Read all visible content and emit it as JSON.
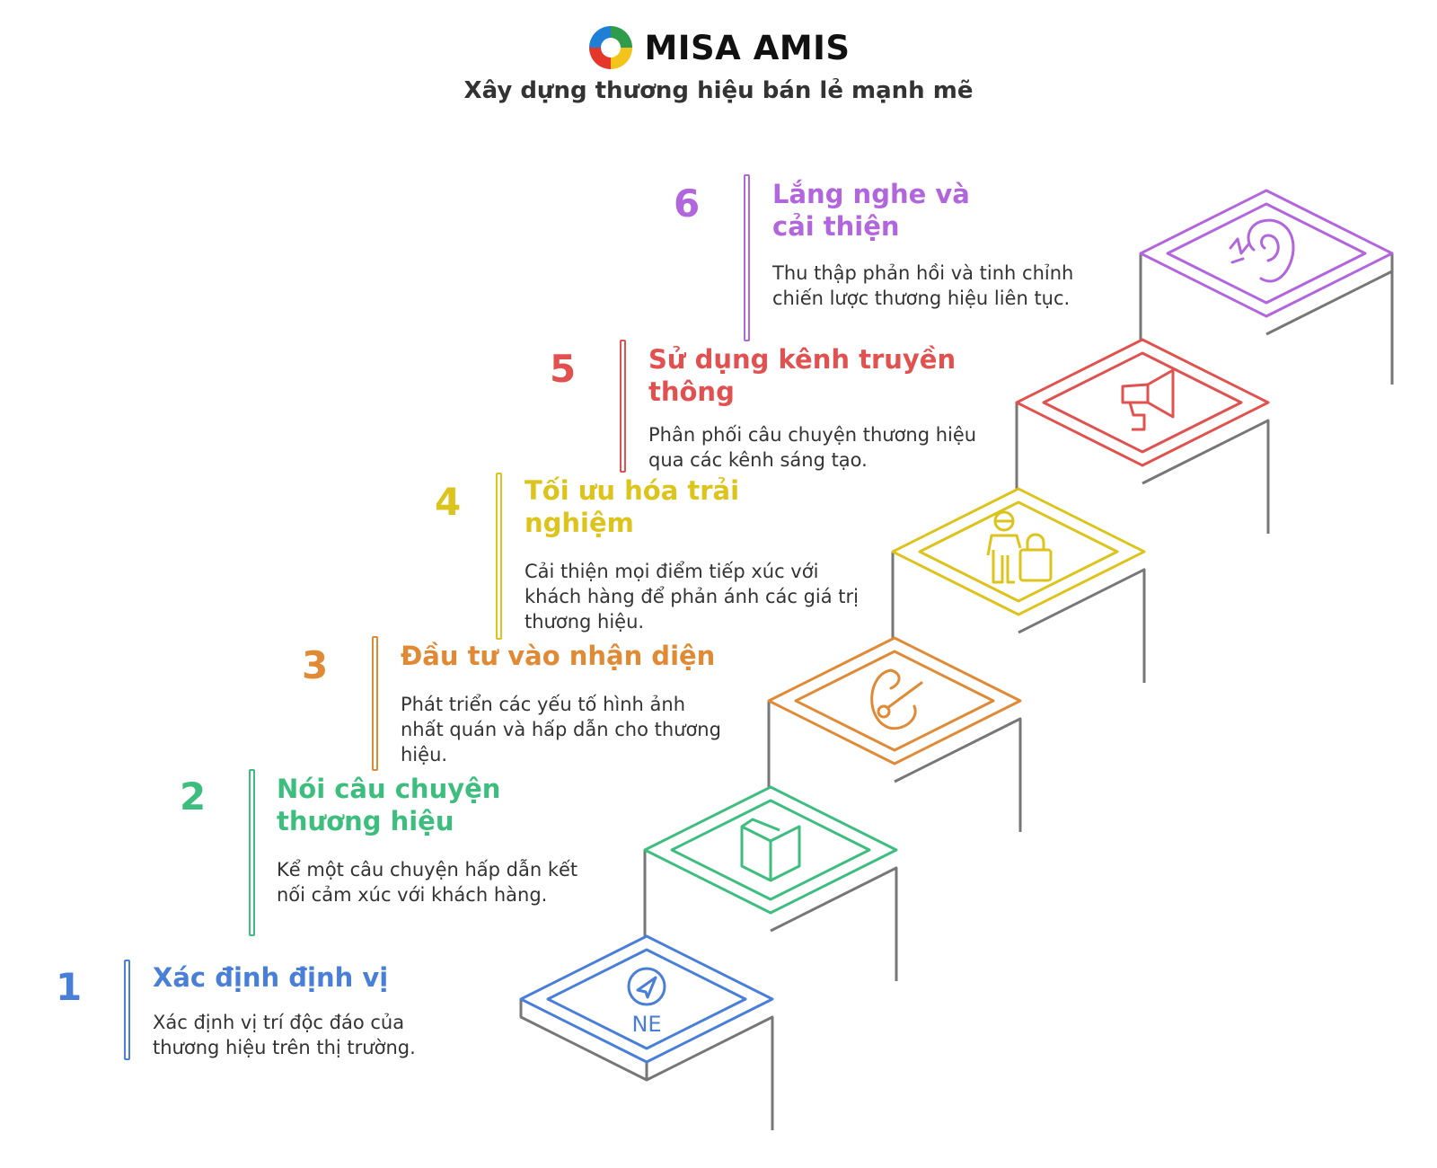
{
  "header": {
    "logo_text": "MISA AMIS",
    "title": "Xây dựng thương hiệu bán lẻ mạnh mẽ"
  },
  "colors": {
    "step1": "#4a7fd8",
    "step2": "#3dbe7e",
    "step3": "#e08a36",
    "step4": "#dcc41c",
    "step5": "#e0514f",
    "step6": "#b266de",
    "frame": "#777777"
  },
  "steps": [
    {
      "number": "1",
      "title": "Xác định định vị",
      "description": "Xác định vị trí độc đáo của thương hiệu trên thị trường.",
      "icon": "compass-icon",
      "icon_text": "NE"
    },
    {
      "number": "2",
      "title": "Nói câu chuyện thương hiệu",
      "description": "Kể một câu chuyện hấp dẫn kết nối cảm xúc với khách hàng.",
      "icon": "book-icon"
    },
    {
      "number": "3",
      "title": "Đầu tư vào nhận diện",
      "description": "Phát triển các yếu tố hình ảnh nhất quán và hấp dẫn cho thương hiệu.",
      "icon": "palette-icon"
    },
    {
      "number": "4",
      "title": "Tối ưu hóa trải nghiệm",
      "description": "Cải thiện mọi điểm tiếp xúc với khách hàng để phản ánh các giá trị thương hiệu.",
      "icon": "shopper-icon"
    },
    {
      "number": "5",
      "title": "Sử dụng kênh truyền thông",
      "description": "Phân phối câu chuyện thương hiệu qua các kênh sáng tạo.",
      "icon": "megaphone-icon"
    },
    {
      "number": "6",
      "title": "Lắng nghe và cải thiện",
      "description": "Thu thập phản hồi và tinh chỉnh chiến lược thương hiệu liên tục.",
      "icon": "ear-icon"
    }
  ]
}
